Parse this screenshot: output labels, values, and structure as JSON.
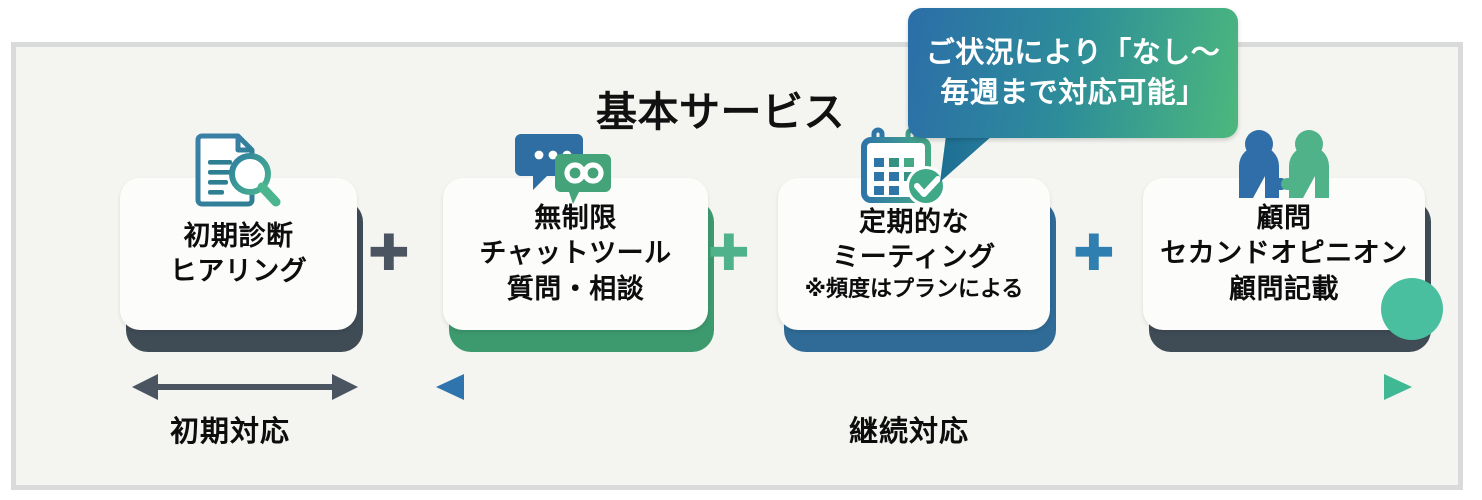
{
  "slide": {
    "title": "基本サービス",
    "background_color": "#f4f4f0",
    "frame_color": "#d9dbda"
  },
  "callout": {
    "name": "frequency-callout",
    "line1": "ご状況により「なし～",
    "line2": "毎週まで対応可能」",
    "gradient_from": "#2b6ea8",
    "gradient_to": "#4cb87d",
    "text_color": "#ffffff"
  },
  "cards": [
    {
      "id": "initial-diagnosis",
      "icon": "document-search-icon",
      "lines": [
        "初期診断",
        "ヒアリング"
      ],
      "note": "",
      "shadow_color": "#3f4b55",
      "accent_color": "#3f4b55"
    },
    {
      "id": "unlimited-chat",
      "icon": "chat-infinity-icon",
      "lines": [
        "無制限",
        "チャットツール",
        "質問・相談"
      ],
      "note": "",
      "shadow_color": "#3d9a6e",
      "accent_color": "#3d9a6e"
    },
    {
      "id": "regular-meeting",
      "icon": "calendar-check-icon",
      "lines": [
        "定期的な",
        "ミーティング"
      ],
      "note": "※頻度はプランによる",
      "shadow_color": "#2f6b96",
      "accent_color": "#2f6b96"
    },
    {
      "id": "advisor-second-opinion",
      "icon": "handshake-icon",
      "lines": [
        "顧問",
        "セカンドオピニオン",
        "顧問記載"
      ],
      "note": "",
      "shadow_color": "#3f4b55",
      "accent_color": "#3f4b55"
    }
  ],
  "plus_signs": [
    {
      "id": "plus-1",
      "symbol": "✚",
      "color": "#4a5561",
      "size": 50
    },
    {
      "id": "plus-2",
      "symbol": "✚",
      "color": "#4fb28a",
      "size": 50
    },
    {
      "id": "plus-3",
      "symbol": "✚",
      "color": "#2f7fb0",
      "size": 50
    }
  ],
  "arrows": [
    {
      "id": "initial-response",
      "label": "初期対応",
      "color": "#4a5561",
      "direction": "both"
    },
    {
      "id": "continuous-response",
      "label": "継続対応",
      "color_from": "#2f74ad",
      "color_to": "#3fb894",
      "direction": "both"
    }
  ],
  "decoration": {
    "circle_color": "#49bfa0"
  }
}
